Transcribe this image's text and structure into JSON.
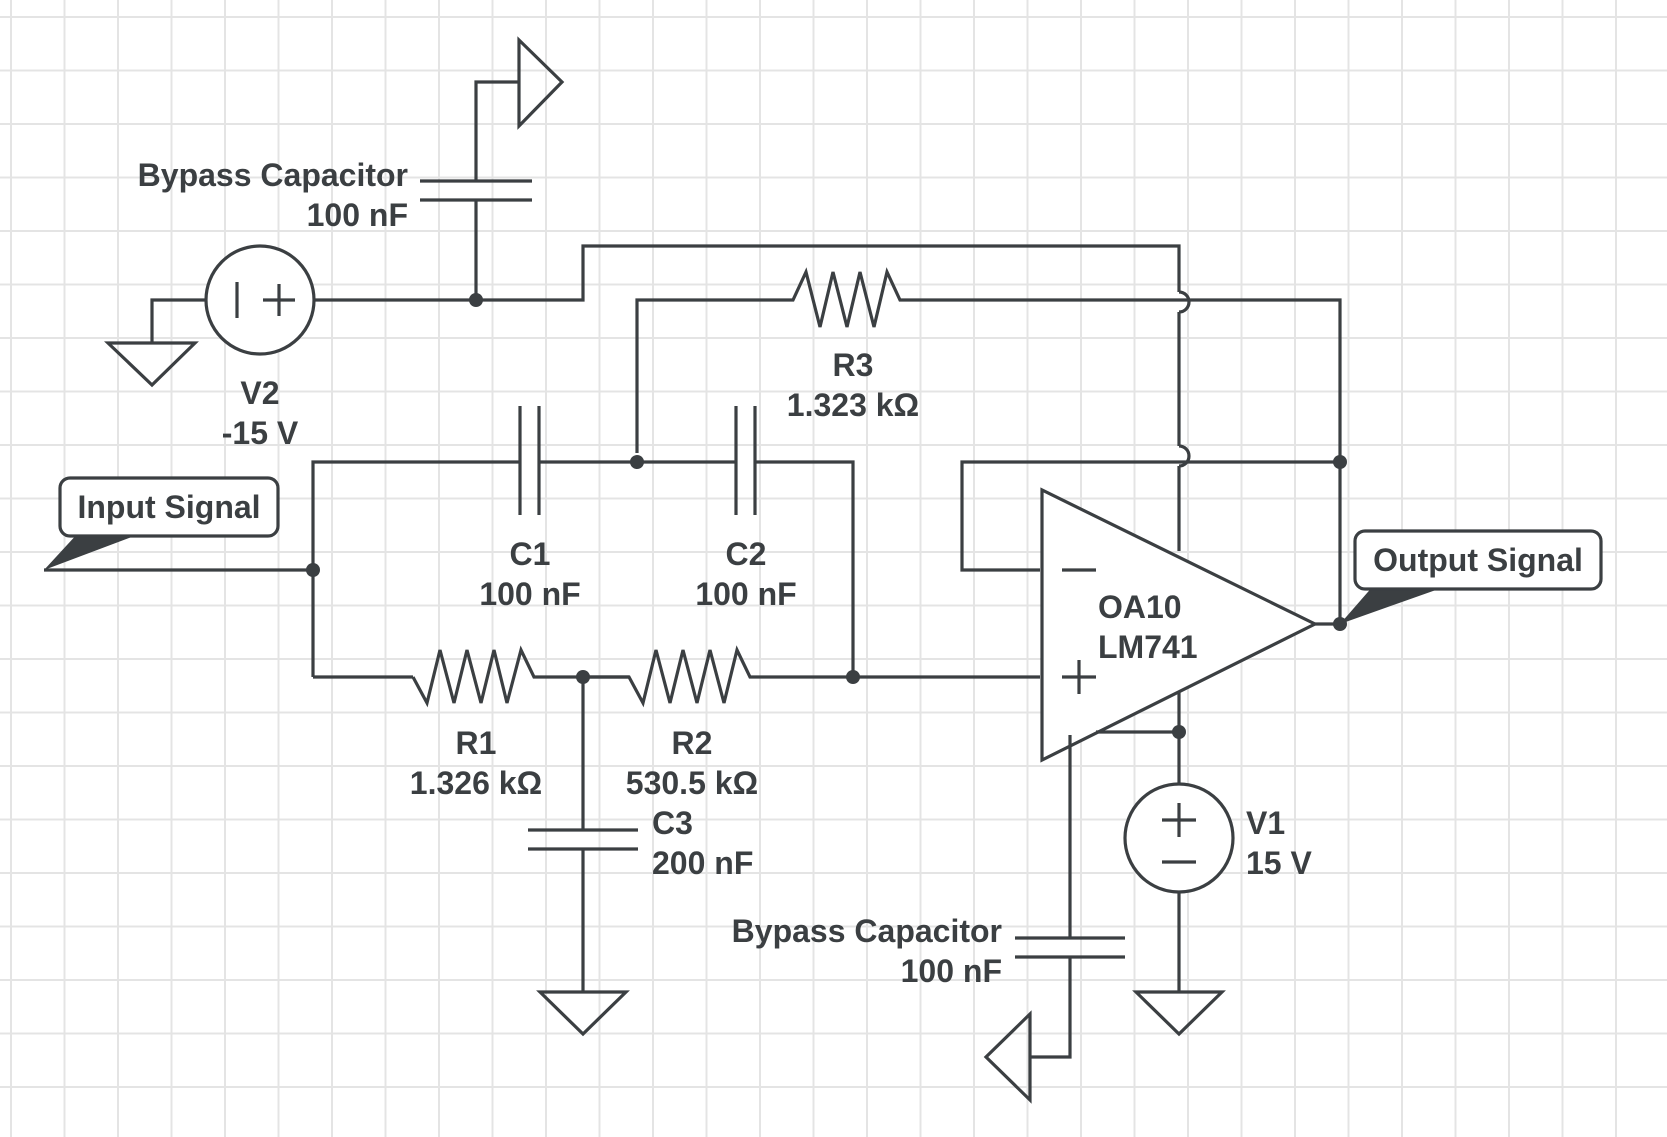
{
  "components": {
    "c1": {
      "name": "C1",
      "value": "100 nF"
    },
    "c2": {
      "name": "C2",
      "value": "100 nF"
    },
    "c3": {
      "name": "C3",
      "value": "200 nF"
    },
    "r1": {
      "name": "R1",
      "value": "1.326 kΩ"
    },
    "r2": {
      "name": "R2",
      "value": "530.5 kΩ"
    },
    "r3": {
      "name": "R3",
      "value": "1.323 kΩ"
    },
    "v1": {
      "name": "V1",
      "value": "15 V"
    },
    "v2": {
      "name": "V2",
      "value": "-15 V"
    },
    "opamp": {
      "name": "OA10",
      "model": "LM741"
    },
    "bypass_top": {
      "name": "Bypass Capacitor",
      "value": "100 nF"
    },
    "bypass_bottom": {
      "name": "Bypass Capacitor",
      "value": "100 nF"
    }
  },
  "ports": {
    "input": "Input Signal",
    "output": "Output Signal"
  },
  "colors": {
    "wire": "#3b3f42",
    "grid": "#e4e4e4",
    "background": "#ffffff"
  }
}
